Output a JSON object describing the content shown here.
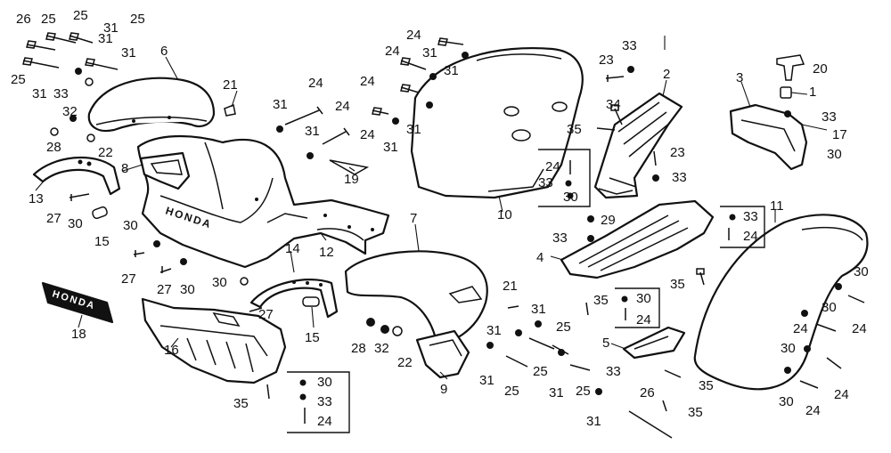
{
  "diagram": {
    "brand_on_fender": "HONDA",
    "brand_on_emblem": "HONDA",
    "callouts": [
      "1",
      "2",
      "3",
      "4",
      "5",
      "6",
      "7",
      "8",
      "9",
      "10",
      "11",
      "12",
      "13",
      "14",
      "15",
      "16",
      "17",
      "18",
      "19",
      "20",
      "21",
      "22",
      "23",
      "24",
      "25",
      "26",
      "27",
      "28",
      "29",
      "30",
      "31",
      "32",
      "33",
      "34",
      "35"
    ],
    "repeated_labels": {
      "l24": "24",
      "l25": "25",
      "l26": "26",
      "l27": "27",
      "l28": "28",
      "l29": "29",
      "l30": "30",
      "l31": "31",
      "l32": "32",
      "l33": "33",
      "l35": "35",
      "l21": "21",
      "l22": "22",
      "l23": "23",
      "l15": "15"
    }
  }
}
